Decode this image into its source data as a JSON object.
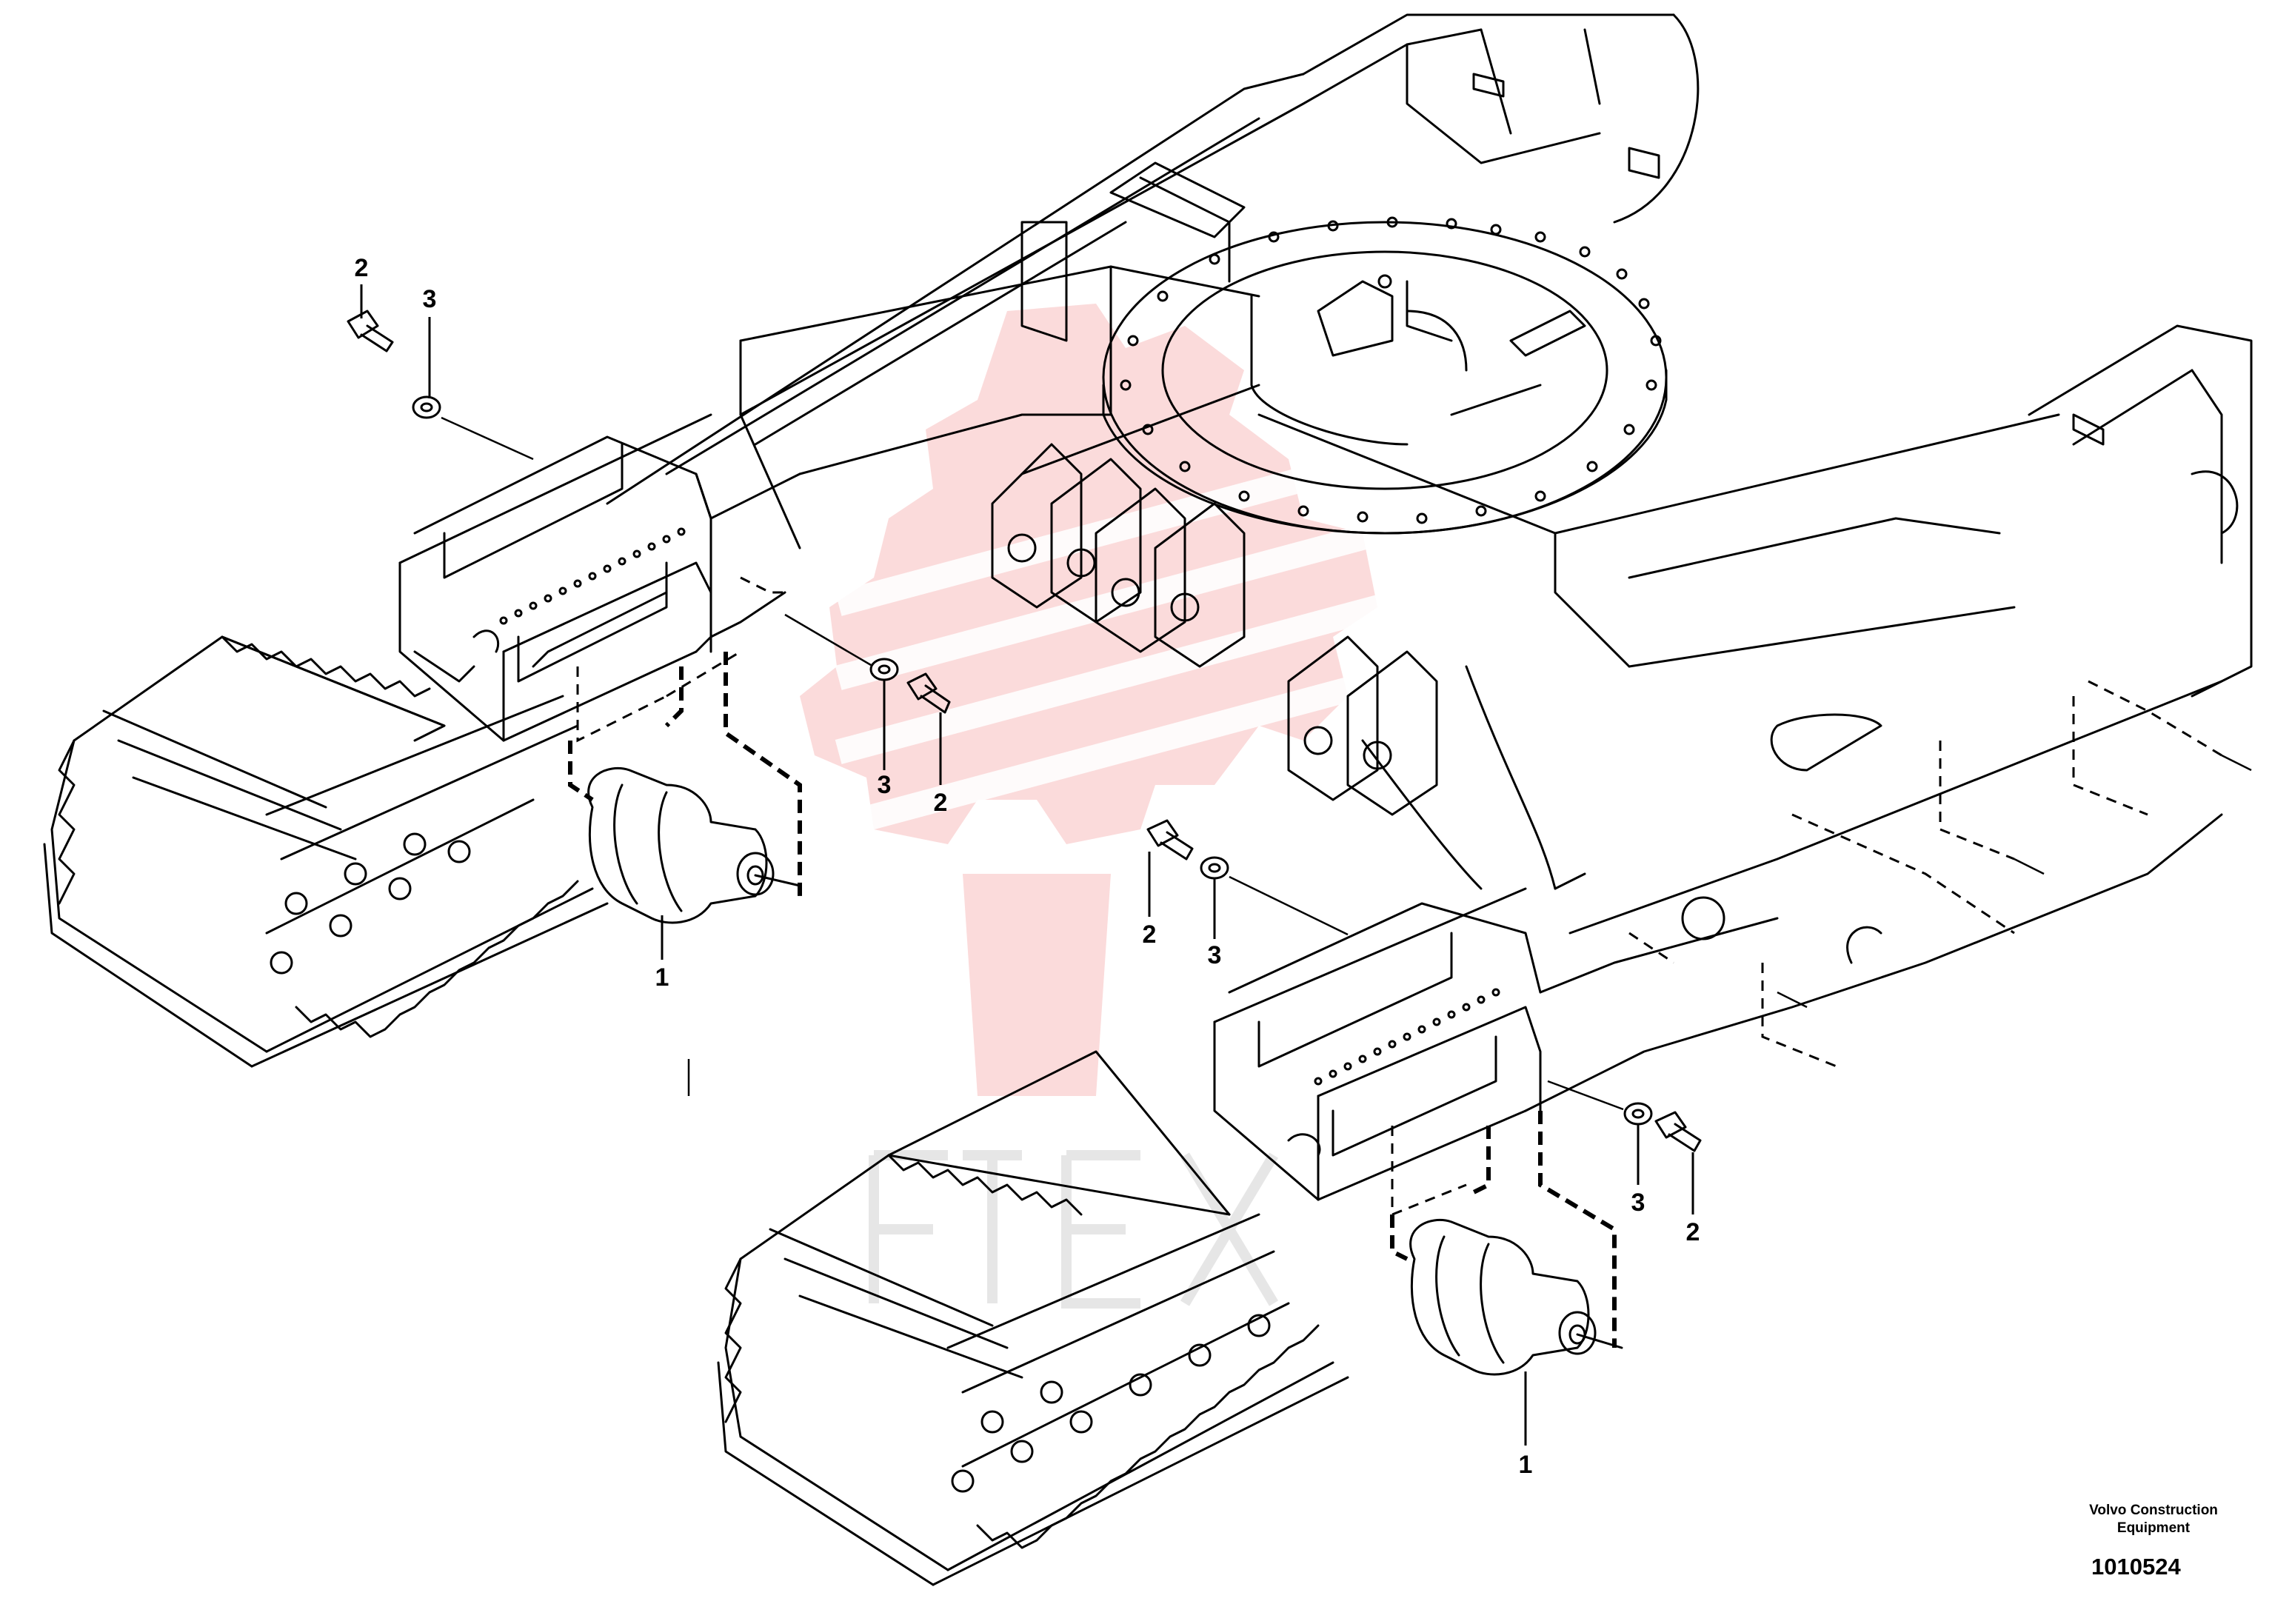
{
  "callouts": [
    {
      "id": "c-2-top",
      "label": "2"
    },
    {
      "id": "c-3-top",
      "label": "3"
    },
    {
      "id": "c-3-mid",
      "label": "3"
    },
    {
      "id": "c-2-mid",
      "label": "2"
    },
    {
      "id": "c-1-left",
      "label": "1"
    },
    {
      "id": "c-2-center",
      "label": "2"
    },
    {
      "id": "c-3-center",
      "label": "3"
    },
    {
      "id": "c-3-right",
      "label": "3"
    },
    {
      "id": "c-2-right",
      "label": "2"
    },
    {
      "id": "c-1-right",
      "label": "1"
    }
  ],
  "credit": {
    "line1": "Volvo Construction",
    "line2": "Equipment"
  },
  "figure_number": "1010524",
  "colors": {
    "line": "#000000",
    "watermark": "#f8c8c8"
  },
  "icons": [
    "watermark-gear-logo",
    "bottom-roller-icon",
    "bolt-icon",
    "washer-icon"
  ]
}
